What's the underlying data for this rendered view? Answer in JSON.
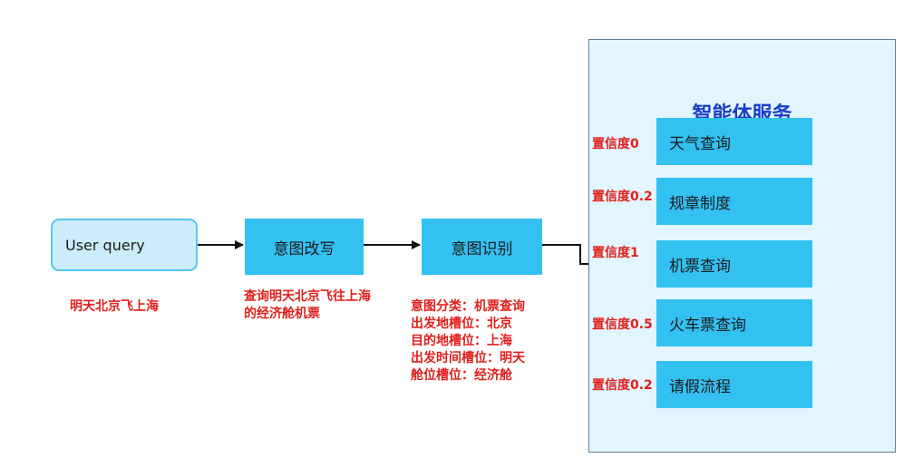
{
  "flow": {
    "user_query": "User  query",
    "user_query_example": "明天北京飞上海",
    "rewrite": "意图改写",
    "rewrite_output": "查询明天北京飞往上海的经济舱机票",
    "recognize": "意图识别",
    "recognize_output": [
      "意图分类：机票查询",
      "出发地槽位：北京",
      "目的地槽位：上海",
      "出发时间槽位：明天",
      "舱位槽位：经济舱"
    ]
  },
  "agent_service": {
    "title": "智能体服务",
    "services": [
      {
        "label": "天气查询",
        "confidence": "置信度0"
      },
      {
        "label": "规章制度",
        "confidence": "置信度0.2"
      },
      {
        "label": "机票查询",
        "confidence": "置信度1"
      },
      {
        "label": "火车票查询",
        "confidence": "置信度0.5"
      },
      {
        "label": "请假流程",
        "confidence": "置信度0.2"
      }
    ]
  },
  "colors": {
    "node_fill": "#33c1f2",
    "input_fill": "#ccecfb",
    "panel_fill": "#e3f5fe",
    "title": "#1a3dc8",
    "annotation": "#e0201c"
  }
}
